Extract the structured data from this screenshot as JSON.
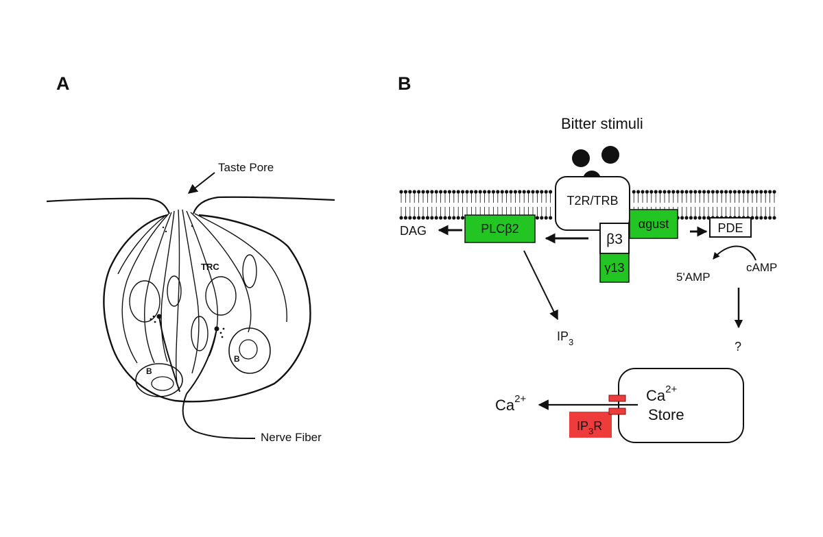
{
  "panel_a": {
    "letter": "A",
    "taste_pore": "Taste Pore",
    "trc": "TRC",
    "basal_cell_1": "B",
    "basal_cell_2": "B",
    "nerve_fiber": "Nerve Fiber"
  },
  "panel_b": {
    "letter": "B",
    "stimulus": "Bitter stimuli",
    "receptor": "T2R/TRB",
    "alpha_gust": "αgust",
    "beta3": "β3",
    "gamma13": "γ13",
    "plc": "PLCβ2",
    "dag": "DAG",
    "pde": "PDE",
    "amp": "5'AMP",
    "camp": "cAMP",
    "ip3_main": "IP",
    "ip3_sub": "3",
    "question": "?",
    "ca_out_main": "Ca",
    "ca_out_sup": "2+",
    "store_ca_main": "Ca",
    "store_ca_sup": "2+",
    "store_label": "Store",
    "ip3r_main": "IP",
    "ip3r_sub": "3",
    "ip3r_end": "R"
  },
  "colors": {
    "green": "#22c522",
    "red": "#ee3b3b",
    "ink": "#111111"
  }
}
